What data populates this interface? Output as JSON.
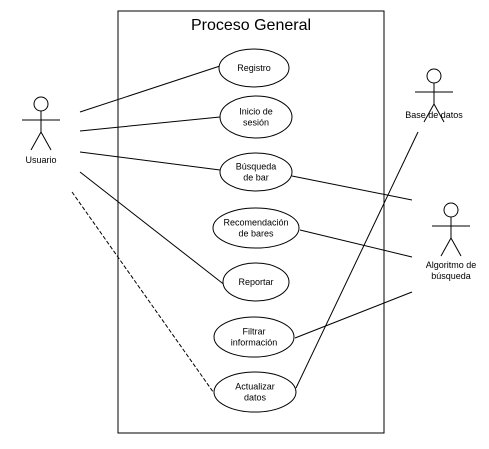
{
  "system": {
    "title": "Proceso General"
  },
  "actors": [
    {
      "id": "usuario",
      "lines": [
        "Usuario"
      ]
    },
    {
      "id": "base-de-datos",
      "lines": [
        "Base de datos"
      ]
    },
    {
      "id": "algoritmo",
      "lines": [
        "Algoritmo de",
        "búsqueda"
      ]
    }
  ],
  "use_cases": [
    {
      "id": "registro",
      "lines": [
        "Registro"
      ]
    },
    {
      "id": "inicio-sesion",
      "lines": [
        "Inicio de",
        "sesión"
      ]
    },
    {
      "id": "busqueda-bar",
      "lines": [
        "Búsqueda",
        "de bar"
      ]
    },
    {
      "id": "recomendacion-bares",
      "lines": [
        "Recomendación",
        "de bares"
      ]
    },
    {
      "id": "reportar",
      "lines": [
        "Reportar"
      ]
    },
    {
      "id": "filtrar-informacion",
      "lines": [
        "Filtrar",
        "información"
      ]
    },
    {
      "id": "actualizar-datos",
      "lines": [
        "Actualizar",
        "datos"
      ]
    }
  ],
  "associations": [
    {
      "from": "usuario",
      "to": "registro"
    },
    {
      "from": "usuario",
      "to": "inicio-sesion"
    },
    {
      "from": "usuario",
      "to": "busqueda-bar"
    },
    {
      "from": "usuario",
      "to": "reportar"
    },
    {
      "from": "usuario",
      "to": "actualizar-datos",
      "style": "dashed"
    },
    {
      "from": "busqueda-bar",
      "to": "algoritmo"
    },
    {
      "from": "recomendacion-bares",
      "to": "algoritmo"
    },
    {
      "from": "filtrar-informacion",
      "to": "algoritmo"
    },
    {
      "from": "actualizar-datos",
      "to": "base-de-datos"
    }
  ],
  "colors": {
    "stroke": "#000000",
    "fill": "#ffffff",
    "text": "#000000"
  }
}
